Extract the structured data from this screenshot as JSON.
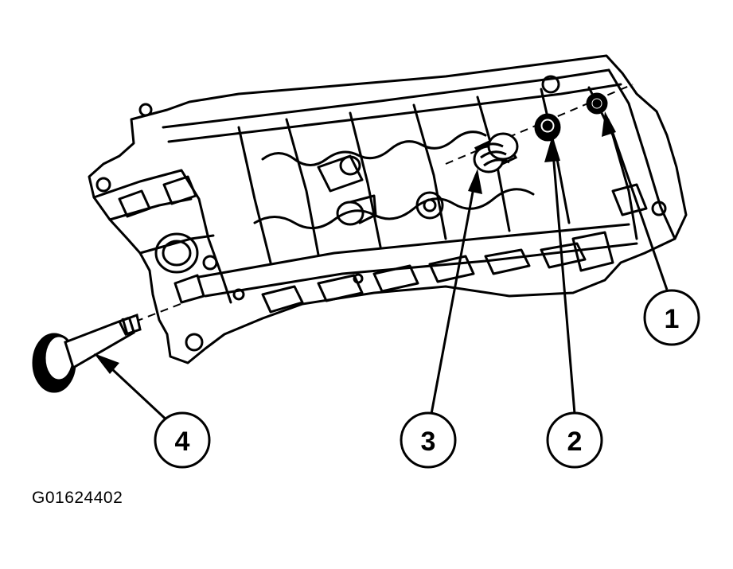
{
  "figure": {
    "figure_id": "G01624402"
  },
  "callouts": [
    {
      "label": "1"
    },
    {
      "label": "2"
    },
    {
      "label": "3"
    },
    {
      "label": "4"
    }
  ]
}
